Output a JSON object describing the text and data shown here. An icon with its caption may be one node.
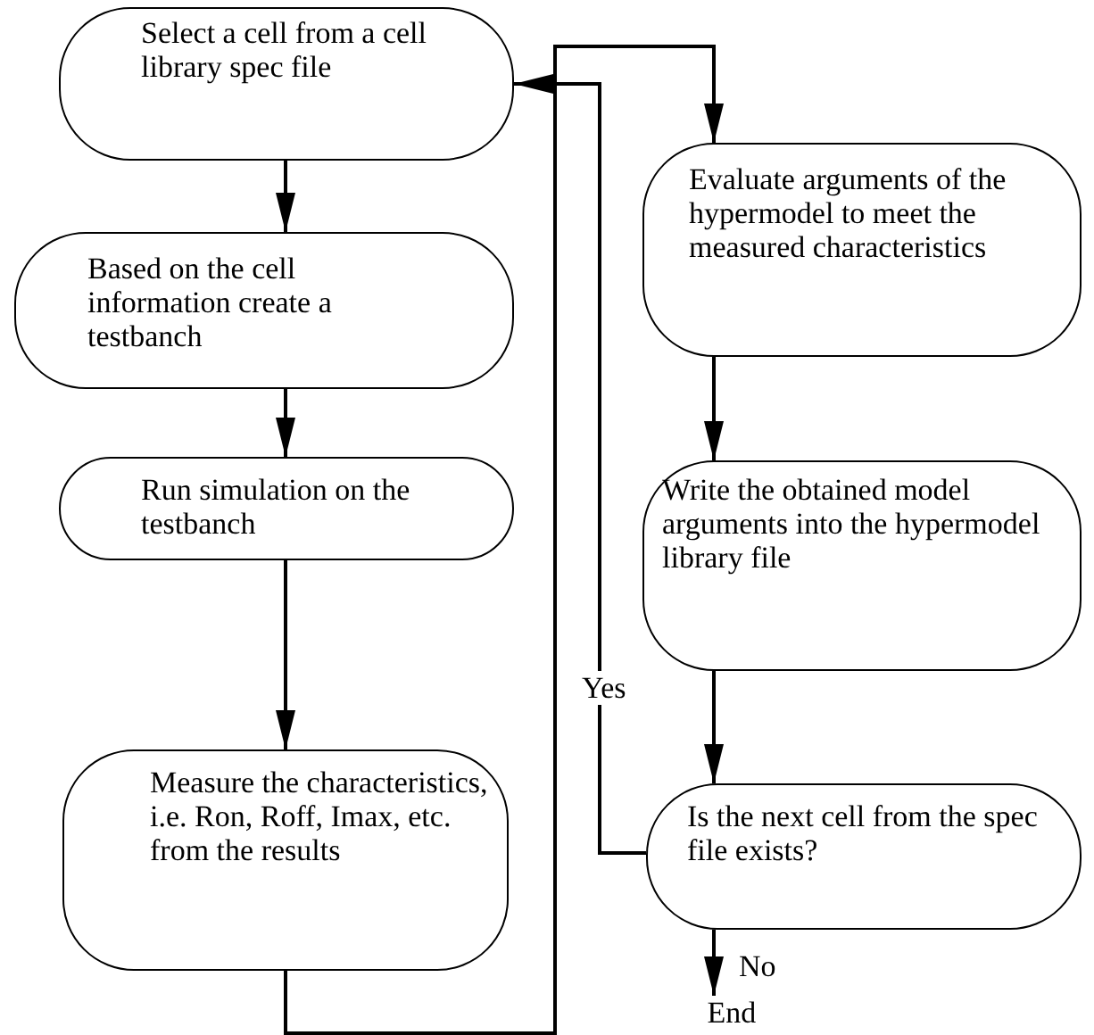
{
  "diagram": {
    "nodes": [
      {
        "text": [
          "Select a cell from a cell library spec file"
        ]
      },
      {
        "text": [
          "Based on the cell information create a testbanch"
        ]
      },
      {
        "text": [
          "Run simulation on the testbanch"
        ]
      },
      {
        "text": [
          "Measure the characteristics, i.e. Ron, Roff, Imax, etc. from the results"
        ]
      },
      {
        "text": [
          "Evaluate arguments of the hypermodel to meet the measured characteristics"
        ]
      },
      {
        "text": [
          "Write the obtained model arguments into the hypermodel library file"
        ]
      },
      {
        "text": [
          "Is the next cell from the spec file exists?"
        ]
      },
      {
        "text": [
          "End"
        ]
      }
    ],
    "edges": [
      {
        "from": 0,
        "to": 1,
        "arrow": "to"
      },
      {
        "from": 1,
        "to": 2,
        "arrow": "to"
      },
      {
        "from": 2,
        "to": 3,
        "arrow": "to"
      },
      {
        "from": 3,
        "to": 4,
        "arrow": "to"
      },
      {
        "from": 4,
        "to": 5,
        "arrow": "to"
      },
      {
        "from": 5,
        "to": 6,
        "arrow": "to"
      },
      {
        "from": 6,
        "to": 0,
        "label": "Yes",
        "arrow": "to"
      },
      {
        "from": 6,
        "to": 7,
        "label": "No",
        "arrow": "to"
      }
    ]
  }
}
